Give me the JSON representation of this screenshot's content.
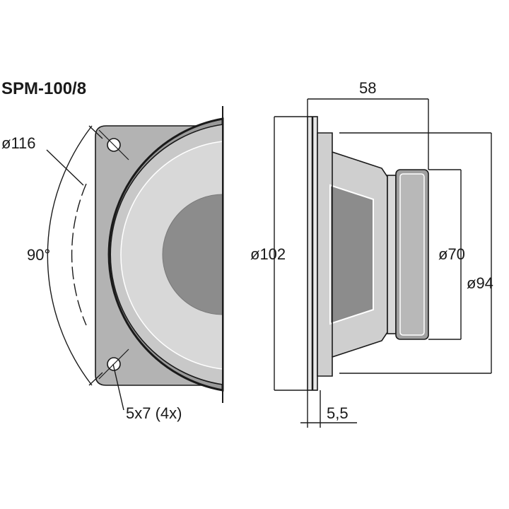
{
  "title": "SPM-100/8",
  "front_view": {
    "diameter_label": "ø116",
    "angle_label": "90°",
    "holes_label": "5x7 (4x)"
  },
  "side_view": {
    "depth_label": "58",
    "outer_diameter_label": "ø102",
    "magnet_diameter_label": "ø70",
    "cutout_diameter_label": "ø94",
    "flange_thickness_label": "5,5"
  },
  "colors": {
    "frame": "#b3b3b3",
    "cone": "#d4d4d4",
    "dust_cap": "#8c8c8c",
    "basket": "#cfcfcf",
    "magnet": "#a0a0a0",
    "outline": "#1a1a1a"
  }
}
